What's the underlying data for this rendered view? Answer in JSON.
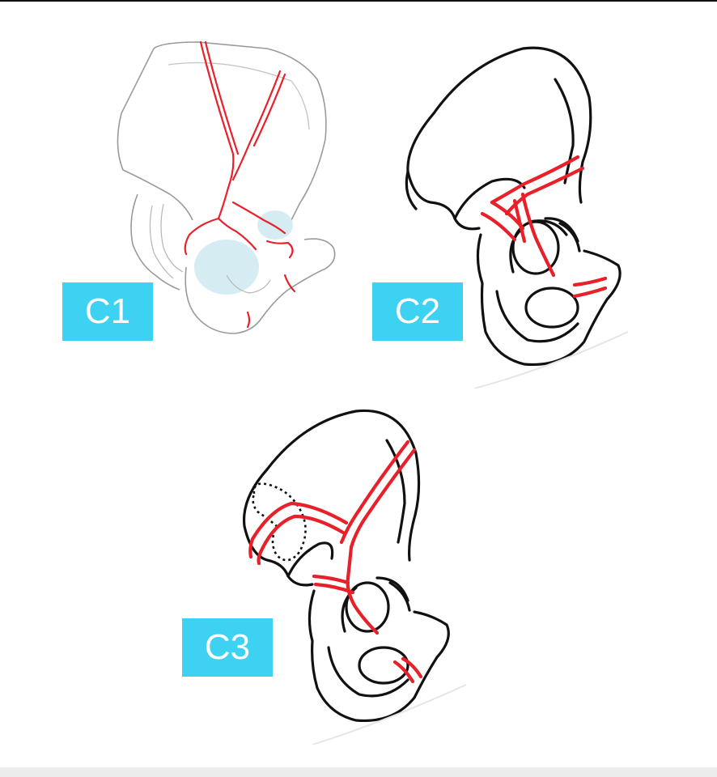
{
  "labels": {
    "c1": "C1",
    "c2": "C2",
    "c3": "C3"
  },
  "colors": {
    "label_background": "#3dd1f2",
    "fracture_line": "#e8202a",
    "bone_outline_dark": "#111111",
    "bone_outline_light": "#9a9a9a",
    "acetabulum_fill": "#d6ecf3"
  }
}
